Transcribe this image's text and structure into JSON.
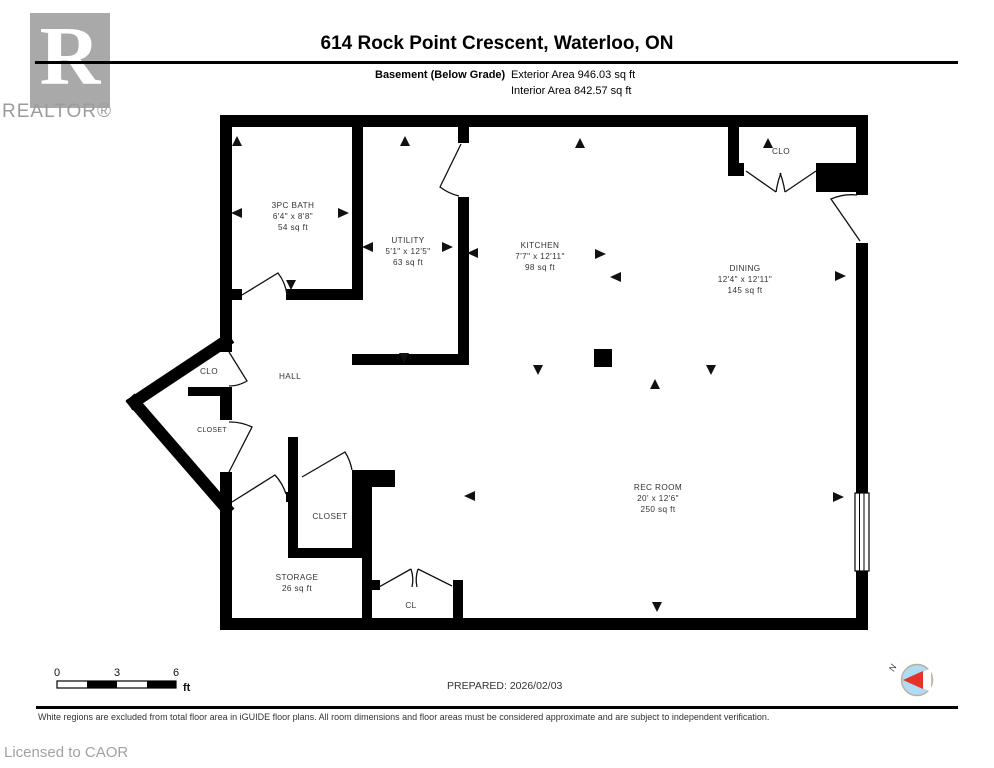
{
  "header": {
    "logo_letter": "R",
    "logo_wordmark": "REALTOR®",
    "title": "614 Rock Point Crescent, Waterloo, ON",
    "floor_label": "Basement (Below Grade)",
    "exterior_area": "Exterior Area 946.03 sq ft",
    "interior_area": "Interior Area 842.57 sq ft"
  },
  "rooms": {
    "bath": {
      "name": "3PC BATH",
      "dims": "6'4\" x 8'8\"",
      "area": "54 sq ft"
    },
    "utility": {
      "name": "UTILITY",
      "dims": "5'1\" x 12'5\"",
      "area": "63 sq ft"
    },
    "kitchen": {
      "name": "KITCHEN",
      "dims": "7'7\" x 12'11\"",
      "area": "98 sq ft"
    },
    "dining": {
      "name": "DINING",
      "dims": "12'4\" x 12'11\"",
      "area": "145 sq ft"
    },
    "rec_room": {
      "name": "REC ROOM",
      "dims": "20' x 12'6\"",
      "area": "250 sq ft"
    },
    "hall": {
      "name": "HALL"
    },
    "clo_top_right": {
      "name": "CLO"
    },
    "clo_entry": {
      "name": "CLO"
    },
    "closet_entry": {
      "name": "CLOSET"
    },
    "closet_lower": {
      "name": "CLOSET"
    },
    "storage": {
      "name": "STORAGE",
      "area": "26 sq ft"
    },
    "cl": {
      "name": "CL"
    }
  },
  "scale_bar": {
    "ticks": [
      "0",
      "3",
      "6"
    ],
    "unit": "ft"
  },
  "prepared_label": "PREPARED: 2026/02/03",
  "compass": {
    "label": "N"
  },
  "footer": {
    "disclaimer": "White regions are excluded from total floor area in iGUIDE floor plans. All room dimensions and floor areas must be considered approximate and are subject to independent verification.",
    "license": "Licensed to CAOR"
  }
}
